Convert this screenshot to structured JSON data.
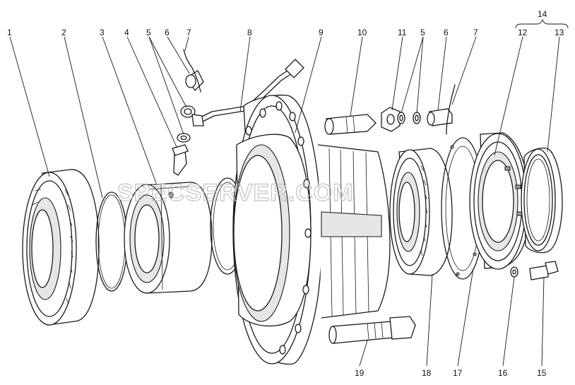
{
  "watermark": "SPECSERVER.COM",
  "labels": {
    "l1": "1",
    "l2": "2",
    "l3": "3",
    "l4": "4",
    "l5a": "5",
    "l6a": "6",
    "l7a": "7",
    "l8": "8",
    "l9": "9",
    "l10": "10",
    "l11": "11",
    "l5b": "5",
    "l6b": "6",
    "l7b": "7",
    "l12": "12",
    "l13": "13",
    "l14": "14",
    "l15": "15",
    "l16": "16",
    "l17": "17",
    "l18": "18",
    "l19": "19"
  },
  "colors": {
    "line": "#1a1a1a",
    "watermark": "#b8b8b8",
    "background": "#ffffff"
  }
}
